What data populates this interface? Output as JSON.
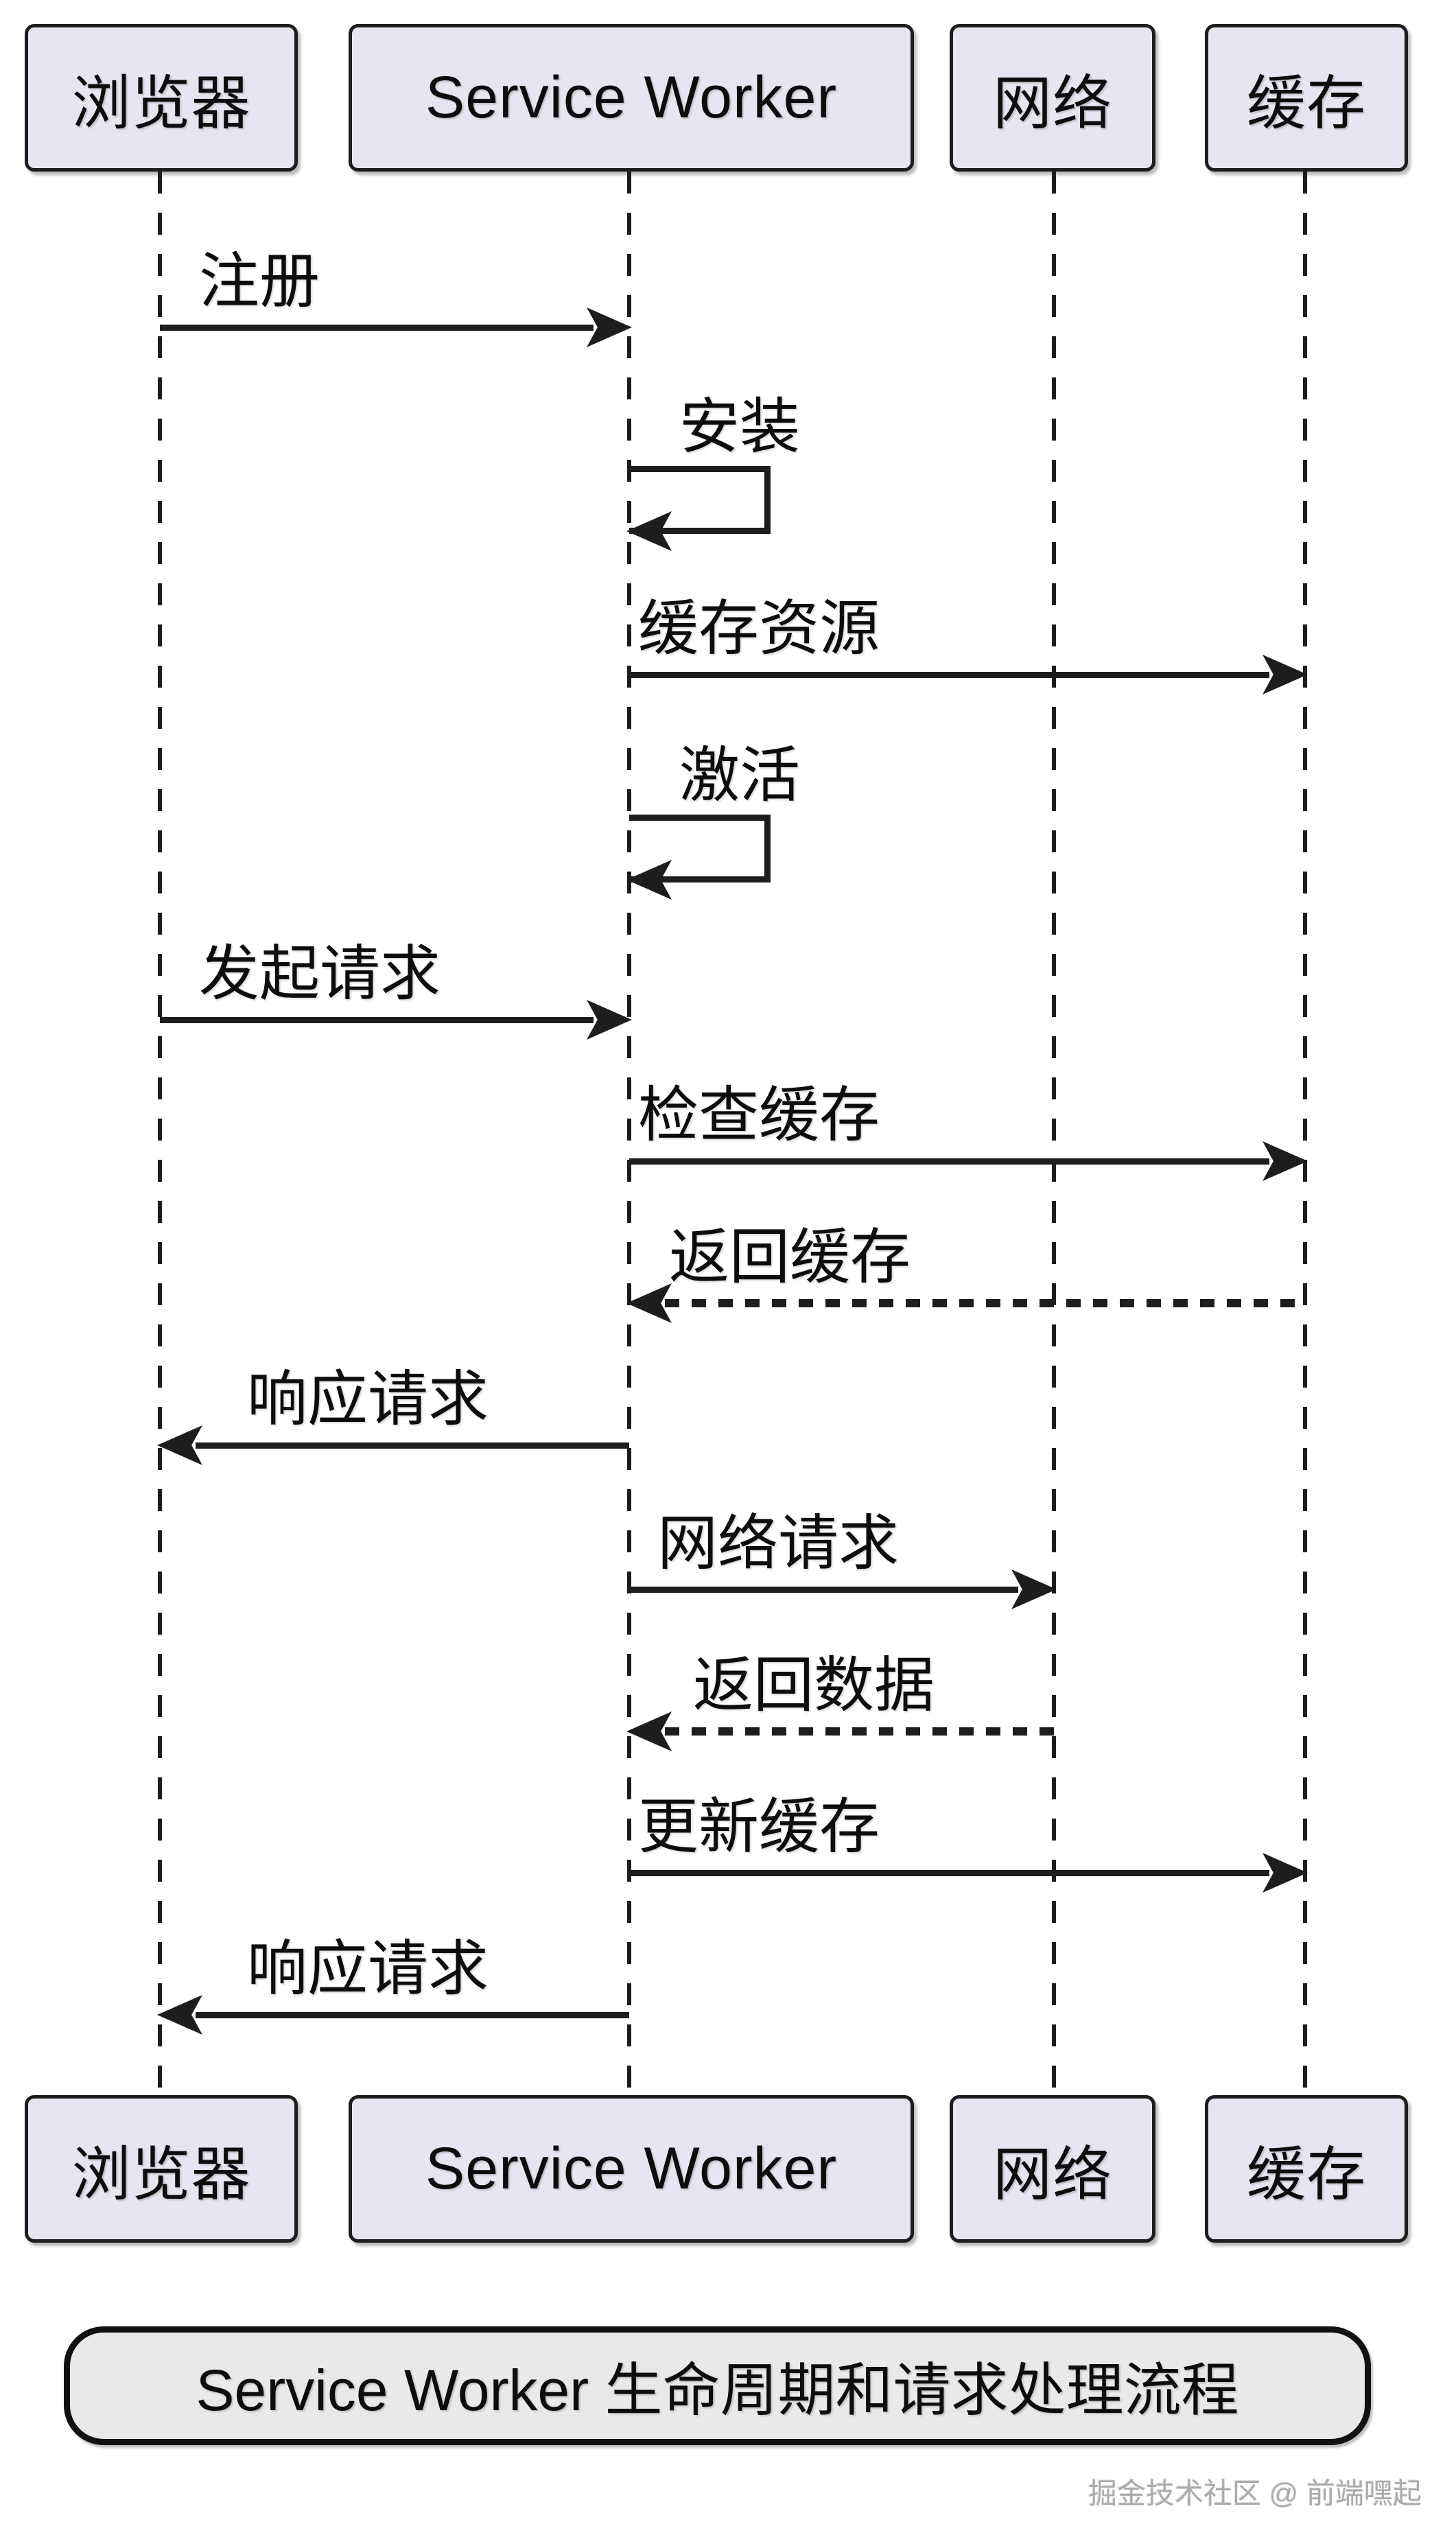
{
  "diagram": {
    "kind": "sequence-diagram",
    "actors": [
      {
        "id": "browser",
        "label": "浏览器"
      },
      {
        "id": "sw",
        "label": "Service Worker"
      },
      {
        "id": "network",
        "label": "网络"
      },
      {
        "id": "cache",
        "label": "缓存"
      }
    ],
    "messages": [
      {
        "label": "注册",
        "from": "browser",
        "to": "sw",
        "line": "solid"
      },
      {
        "label": "安装",
        "from": "sw",
        "to": "sw",
        "line": "self"
      },
      {
        "label": "缓存资源",
        "from": "sw",
        "to": "cache",
        "line": "solid"
      },
      {
        "label": "激活",
        "from": "sw",
        "to": "sw",
        "line": "self"
      },
      {
        "label": "发起请求",
        "from": "browser",
        "to": "sw",
        "line": "solid"
      },
      {
        "label": "检查缓存",
        "from": "sw",
        "to": "cache",
        "line": "solid"
      },
      {
        "label": "返回缓存",
        "from": "cache",
        "to": "sw",
        "line": "dashed"
      },
      {
        "label": "响应请求",
        "from": "sw",
        "to": "browser",
        "line": "solid"
      },
      {
        "label": "网络请求",
        "from": "sw",
        "to": "network",
        "line": "solid"
      },
      {
        "label": "返回数据",
        "from": "network",
        "to": "sw",
        "line": "dashed"
      },
      {
        "label": "更新缓存",
        "from": "sw",
        "to": "cache",
        "line": "solid"
      },
      {
        "label": "响应请求",
        "from": "sw",
        "to": "browser",
        "line": "solid"
      }
    ],
    "title": "Service Worker 生命周期和请求处理流程",
    "watermark": "掘金技术社区 @ 前端嘿起",
    "colors": {
      "background": "#ffffff",
      "actor_fill": "#e6e6f0",
      "actor_border": "#1d1d1d",
      "line": "#1d1d1d",
      "title_fill": "#e9e9e9",
      "watermark": "#ababab"
    }
  }
}
